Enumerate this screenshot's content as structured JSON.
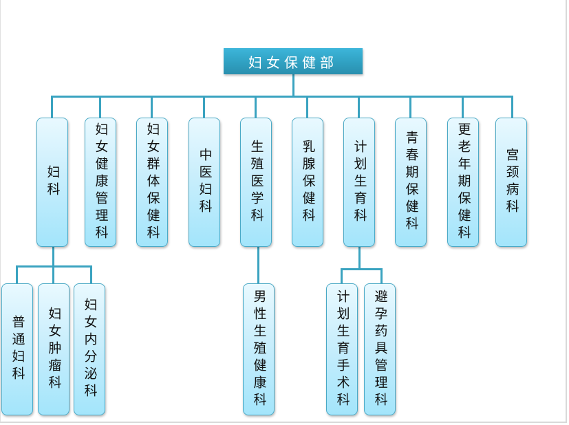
{
  "diagram": {
    "type": "org-chart",
    "root": {
      "label": "妇女保健部"
    },
    "departments": [
      {
        "label": "妇科",
        "children": [
          "普通妇科",
          "妇女肿瘤科",
          "妇女内分泌科"
        ]
      },
      {
        "label": "妇女健康管理科",
        "children": []
      },
      {
        "label": "妇女群体保健科",
        "children": []
      },
      {
        "label": "中医妇科",
        "children": []
      },
      {
        "label": "生殖医学科",
        "children": [
          "男性生殖健康科"
        ]
      },
      {
        "label": "乳腺保健科",
        "children": []
      },
      {
        "label": "计划生育科",
        "children": [
          "计划生育手术科",
          "避孕药具管理科"
        ]
      },
      {
        "label": "青春期保健科",
        "children": []
      },
      {
        "label": "更老年期保健科",
        "children": []
      },
      {
        "label": "宫颈病科",
        "children": []
      }
    ]
  },
  "colors": {
    "title_bg": "#2f9fc0",
    "title_text": "#ffffff",
    "node_fill": "#c9eefc",
    "node_border": "#4aa9c6",
    "connector": "#3aa3c0",
    "text": "#111111"
  }
}
